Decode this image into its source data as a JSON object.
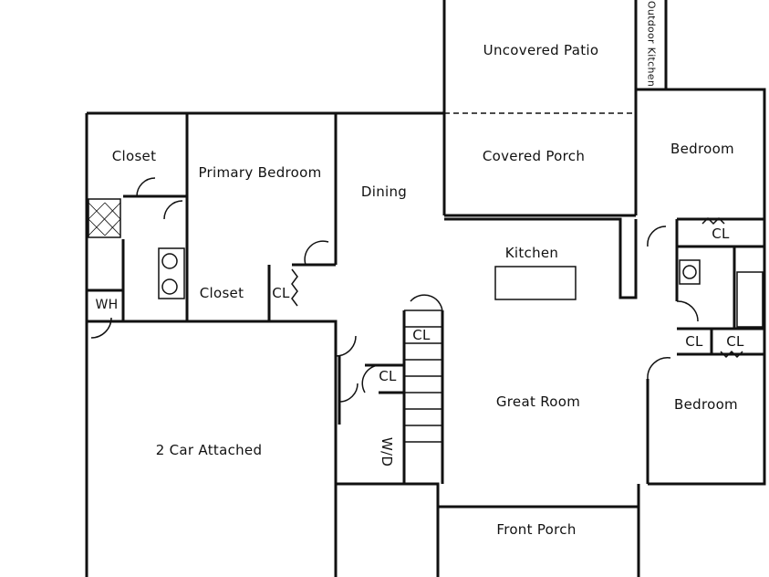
{
  "rooms": {
    "uncovered_patio": "Uncovered Patio",
    "outdoor_kitchen": "Outdoor Kitchen",
    "covered_porch": "Covered Porch",
    "bedroom_top": "Bedroom",
    "closet_top": "Closet",
    "primary_bedroom": "Primary Bedroom",
    "dining": "Dining",
    "kitchen": "Kitchen",
    "cl_bedroom_top": "CL",
    "wh": "WH",
    "closet_primary": "Closet",
    "cl_primary": "CL",
    "cl_stairs": "CL",
    "cl_hall": "CL",
    "cl_right_1": "CL",
    "cl_right_2": "CL",
    "great_room": "Great Room",
    "bedroom_bottom": "Bedroom",
    "garage": "2 Car Attached",
    "wd": "W/D",
    "front_porch": "Front Porch"
  }
}
